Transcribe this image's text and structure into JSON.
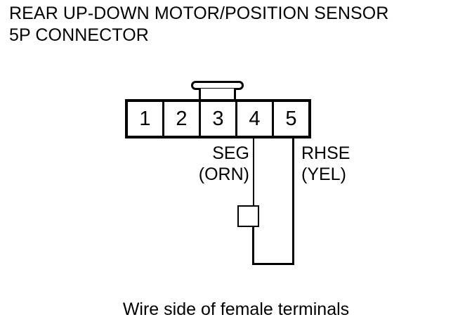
{
  "title": {
    "line1": "REAR UP-DOWN MOTOR/POSITION SENSOR",
    "line2": "5P CONNECTOR"
  },
  "connector": {
    "type": "5P",
    "latch_name": "connector-latch-tab",
    "pins": [
      {
        "number": "1"
      },
      {
        "number": "2"
      },
      {
        "number": "3"
      },
      {
        "number": "4"
      },
      {
        "number": "5"
      }
    ]
  },
  "wires": [
    {
      "pin": "4",
      "signal": "SEG",
      "color_code": "(ORN)",
      "color_name": "orange"
    },
    {
      "pin": "5",
      "signal": "RHSE",
      "color_code": "(YEL)",
      "color_name": "yellow"
    }
  ],
  "component": {
    "name": "inline-measurement-box",
    "label": ""
  },
  "caption": "Wire side of female terminals",
  "colors": {
    "line": "#000000",
    "background": "#ffffff"
  }
}
